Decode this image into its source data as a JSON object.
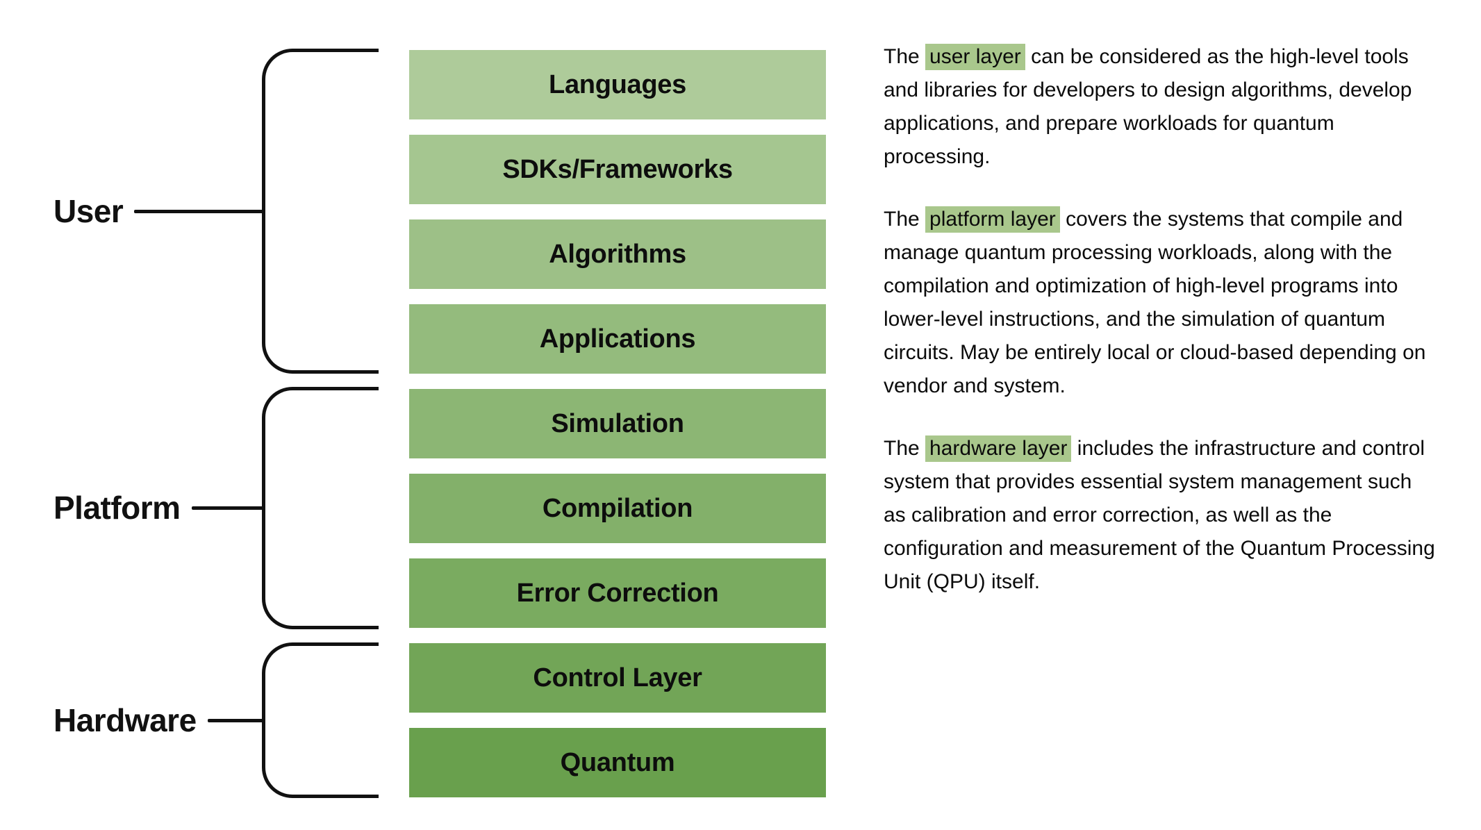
{
  "groups": [
    {
      "label": "User"
    },
    {
      "label": "Platform"
    },
    {
      "label": "Hardware"
    }
  ],
  "boxes": [
    {
      "label": "Languages",
      "color": "#aecb9a"
    },
    {
      "label": "SDKs/Frameworks",
      "color": "#a5c690"
    },
    {
      "label": "Algorithms",
      "color": "#9dc087"
    },
    {
      "label": "Applications",
      "color": "#94bb7d"
    },
    {
      "label": "Simulation",
      "color": "#8cb674"
    },
    {
      "label": "Compilation",
      "color": "#83b06a"
    },
    {
      "label": "Error Correction",
      "color": "#7aab60"
    },
    {
      "label": "Control Layer",
      "color": "#72a557"
    },
    {
      "label": "Quantum",
      "color": "#69a04d"
    }
  ],
  "paragraphs": [
    {
      "prefix": "The ",
      "highlight": "user layer",
      "rest": " can be considered as the high-level tools and libraries for developers to design algorithms, develop applications, and prepare workloads for quantum processing."
    },
    {
      "prefix": "The ",
      "highlight": "platform layer",
      "rest": " covers the systems that compile and manage quantum processing workloads, along with the compilation and optimization of high-level programs into lower-level instructions, and the simulation of quantum circuits. May be entirely local or cloud-based depending on vendor and system."
    },
    {
      "prefix": "The ",
      "highlight": "hardware layer",
      "rest": " includes the infrastructure and control system that provides essential system management such as calibration and error correction, as well as the configuration and measurement of the Quantum Processing Unit (QPU) itself."
    }
  ],
  "colors": {
    "highlight": "#a9c78c",
    "line": "#111111",
    "background": "#ffffff"
  }
}
